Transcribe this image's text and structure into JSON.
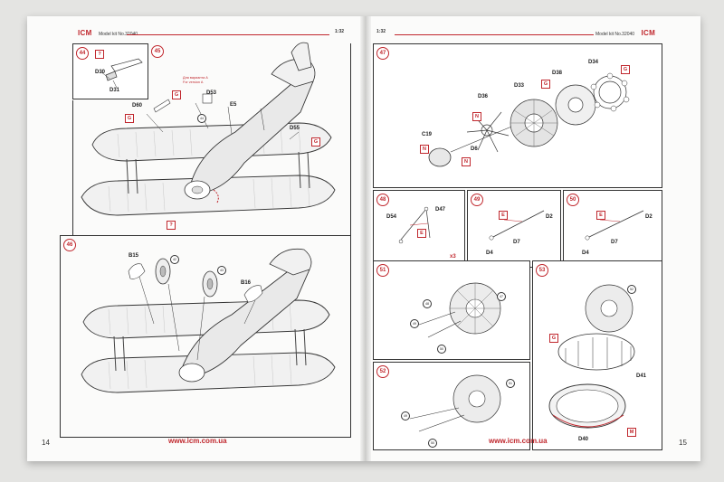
{
  "left_page": {
    "logo": "ICM",
    "model_kit": "Model kit No.32040",
    "scale": "1:32",
    "page_number": "14",
    "url": "www.icm.com.ua",
    "steps": [
      {
        "number": "44",
        "labels": [
          "D30",
          "D31"
        ],
        "tags": [
          "?"
        ]
      },
      {
        "number": "45",
        "labels": [
          "D60",
          "D53",
          "E5",
          "D55"
        ],
        "tags": [
          "G",
          "G",
          "?",
          "G"
        ],
        "callout": "44",
        "note_line1": "Для варианта А",
        "note_line2": "For version A"
      },
      {
        "number": "46",
        "labels": [
          "B15",
          "B16"
        ],
        "callouts": [
          "42",
          "43"
        ]
      }
    ]
  },
  "right_page": {
    "logo": "ICM",
    "model_kit": "Model kit No.32040",
    "scale": "1:32",
    "page_number": "15",
    "url": "www.icm.com.ua",
    "steps": [
      {
        "number": "47",
        "labels": [
          "D34",
          "D38",
          "D33",
          "D36",
          "C19",
          "D6"
        ],
        "tags": [
          "G",
          "G",
          "N",
          "N",
          "N"
        ]
      },
      {
        "number": "48",
        "labels": [
          "D54",
          "D47"
        ],
        "tags": [
          "E"
        ],
        "count": "x3"
      },
      {
        "number": "49",
        "labels": [
          "D2",
          "D4",
          "D7"
        ],
        "tags": [
          "E"
        ]
      },
      {
        "number": "50",
        "labels": [
          "D2",
          "D4",
          "D7"
        ],
        "tags": [
          "E"
        ]
      },
      {
        "number": "51",
        "callouts": [
          "47",
          "48",
          "49",
          "50"
        ]
      },
      {
        "number": "52",
        "callouts": [
          "51",
          "49",
          "50"
        ]
      },
      {
        "number": "53",
        "labels": [
          "D41",
          "D40"
        ],
        "tags": [
          "G",
          "M"
        ],
        "callouts": [
          "52"
        ]
      }
    ]
  }
}
